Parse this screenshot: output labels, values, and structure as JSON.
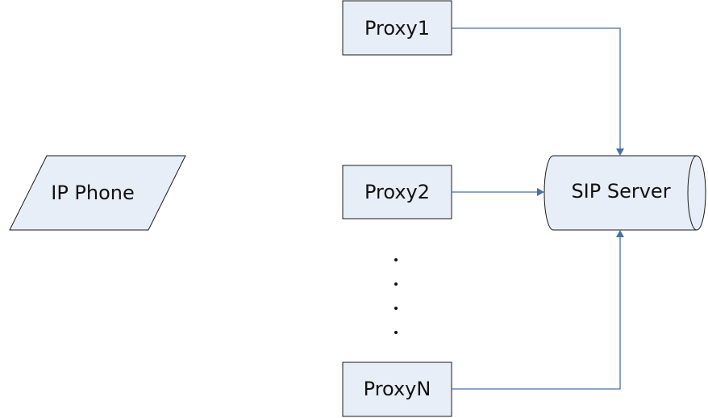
{
  "diagram": {
    "nodes": {
      "ip_phone": "IP Phone",
      "proxy1": "Proxy1",
      "proxy2": "Proxy2",
      "proxyn": "ProxyN",
      "sip_server": "SIP Server"
    },
    "edges": [
      {
        "from": "proxy1",
        "to": "sip_server"
      },
      {
        "from": "proxy2",
        "to": "sip_server"
      },
      {
        "from": "proxyn",
        "to": "sip_server"
      }
    ],
    "colors": {
      "node_fill": "#e8eef7",
      "node_border": "#1a1a1a",
      "connector": "#4a6fa5"
    }
  }
}
